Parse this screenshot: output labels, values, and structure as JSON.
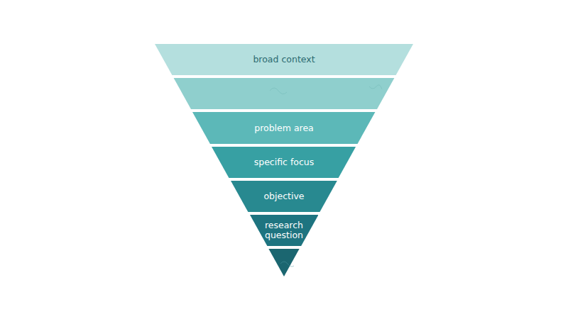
{
  "diagram": {
    "nodes": [
      {
        "text": [
          "broad context"
        ]
      },
      {
        "text": [
          "problem area"
        ]
      },
      {
        "text": [
          "specific focus"
        ]
      },
      {
        "text": [
          "objective"
        ]
      },
      {
        "text": [
          "research question"
        ]
      }
    ]
  }
}
